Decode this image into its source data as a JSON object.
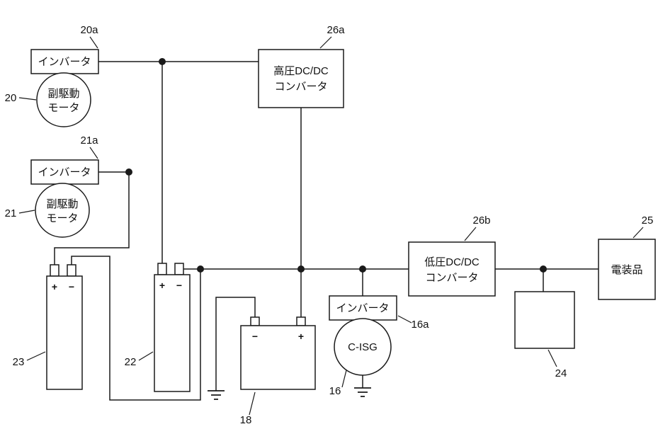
{
  "boxes": {
    "inverter_20a": {
      "label": "インバータ"
    },
    "inverter_21a": {
      "label": "インバータ"
    },
    "inverter_16a": {
      "label": "インバータ"
    },
    "hv_dcdc": {
      "line1": "高圧DC/DC",
      "line2": "コンバータ"
    },
    "lv_dcdc": {
      "line1": "低圧DC/DC",
      "line2": "コンバータ"
    },
    "electrical_components": {
      "label": "電装品"
    }
  },
  "machines": {
    "motor_20": {
      "line1": "副駆動",
      "line2": "モータ"
    },
    "motor_21": {
      "line1": "副駆動",
      "line2": "モータ"
    },
    "cisg": {
      "label": "C-ISG"
    }
  },
  "battery_terminals": {
    "plus": "+",
    "minus": "−"
  },
  "refs": {
    "n20a": "20a",
    "n20": "20",
    "n21a": "21a",
    "n21": "21",
    "n26a": "26a",
    "n26b": "26b",
    "n25": "25",
    "n24": "24",
    "n23": "23",
    "n22": "22",
    "n18": "18",
    "n16": "16",
    "n16a": "16a"
  },
  "colors": {
    "line": "#1a1a1a",
    "background": "#ffffff"
  }
}
